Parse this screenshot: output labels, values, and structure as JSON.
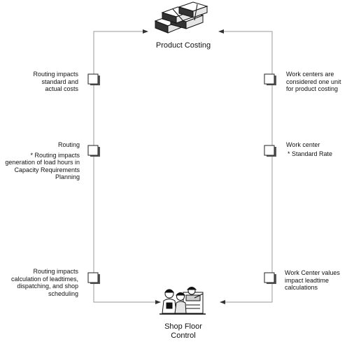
{
  "top_node": {
    "title": "Product Costing",
    "icon": "stacked-boxes-icon"
  },
  "bottom_node": {
    "title_line1": "Shop Floor",
    "title_line2": "Control",
    "icon": "workers-at-machine-icon"
  },
  "left_items": [
    {
      "lines": [
        "Routing impacts",
        "standard and",
        "actual costs"
      ]
    },
    {
      "heading": "Routing",
      "lines": [
        "* Routing impacts",
        "generation of load hours in",
        "Capacity Requirements",
        "Planning"
      ]
    },
    {
      "lines": [
        "Routing impacts",
        "calculation of leadtimes,",
        "dispatching, and shop",
        "scheduling"
      ]
    }
  ],
  "right_items": [
    {
      "lines": [
        "Work centers are",
        "considered one unit",
        "for product costing"
      ]
    },
    {
      "heading": "Work center",
      "lines": [
        "* Standard Rate"
      ]
    },
    {
      "lines": [
        "Work Center values",
        "impact leadtime",
        "calculations"
      ]
    }
  ],
  "colors": {
    "line": "#9a9a9a",
    "box_border": "#222222",
    "box_shadow": "#555555"
  }
}
